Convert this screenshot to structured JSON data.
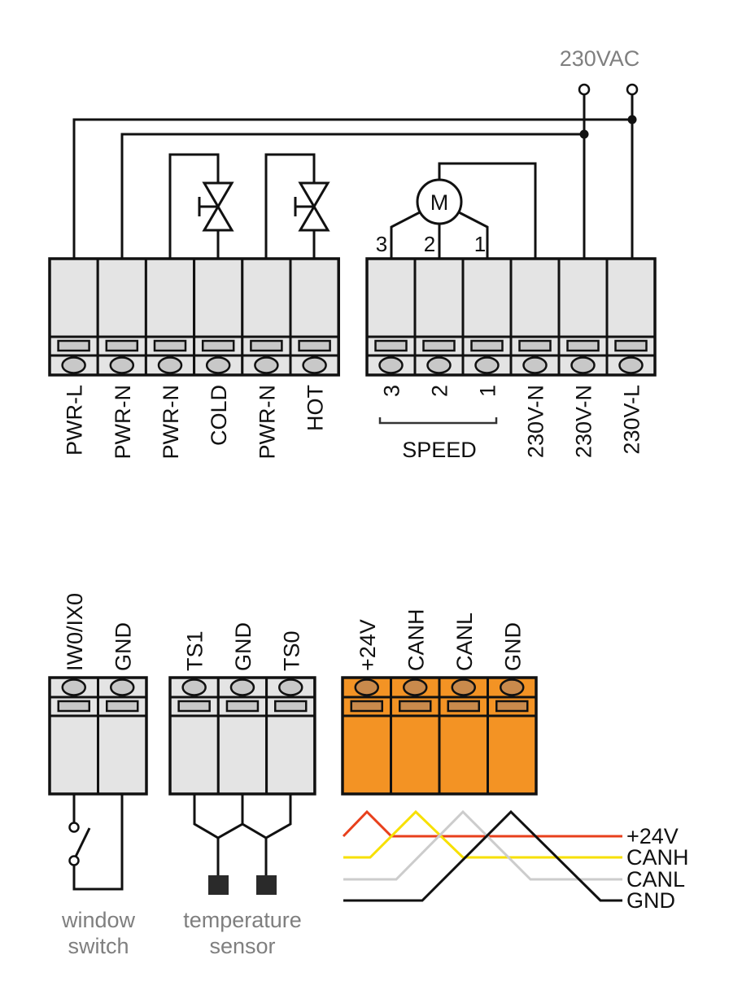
{
  "supply": {
    "label": "230VAC"
  },
  "motor": {
    "label": "M",
    "taps": [
      "3",
      "2",
      "1"
    ]
  },
  "top_left_terminals": [
    "PWR-L",
    "PWR-N",
    "PWR-N",
    "COLD",
    "PWR-N",
    "HOT"
  ],
  "top_right_terminals": [
    "3",
    "2",
    "1",
    "230V-N",
    "230V-N",
    "230V-L"
  ],
  "speed_group_label": "SPEED",
  "window_terminals": [
    "IW0/IX0",
    "GND"
  ],
  "temp_terminals": [
    "TS1",
    "GND",
    "TS0"
  ],
  "can_terminals": [
    "+24V",
    "CANH",
    "CANL",
    "GND"
  ],
  "captions": {
    "window_switch": [
      "window",
      "switch"
    ],
    "temperature_sensor": [
      "temperature",
      "sensor"
    ]
  },
  "cable_legend": [
    {
      "label": "+24V",
      "color": "#e8401c"
    },
    {
      "label": "CANH",
      "color": "#f7e000"
    },
    {
      "label": "CANL",
      "color": "#cccccc"
    },
    {
      "label": "GND",
      "color": "#111111"
    }
  ],
  "colors": {
    "can_connector": "#f39324",
    "can_inset": "#c98a4c",
    "terminal": "#e4e4e4",
    "caption": "#7f7f7f"
  }
}
